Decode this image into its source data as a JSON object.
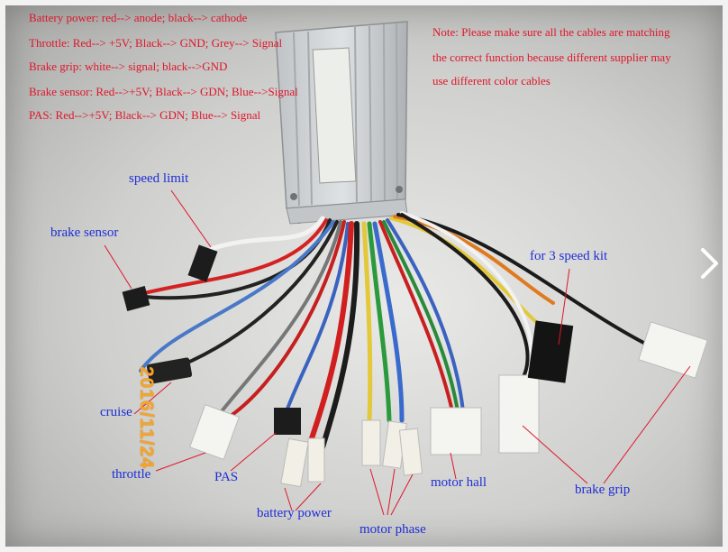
{
  "notes": {
    "battery": "Battery power: red--> anode; black--> cathode",
    "throttle": "Throttle: Red--> +5V; Black--> GND; Grey--> Signal",
    "brake_grip": "Brake grip:  white--> signal; black-->GND",
    "brake_sensor": "Brake sensor: Red-->+5V; Black--> GDN; Blue-->Signal",
    "pas": "PAS: Red-->+5V; Black--> GDN; Blue--> Signal",
    "warning_line1": "Note: Please make sure all the cables are matching",
    "warning_line2": "the correct function because different supplier may",
    "warning_line3": "use different color cables"
  },
  "labels": {
    "speed_limit": "speed limit",
    "brake_sensor": "brake sensor",
    "for_3_speed_kit": "for 3 speed kit",
    "cruise": "cruise",
    "throttle": "throttle",
    "pas": "PAS",
    "battery_power": "battery power",
    "motor_phase": "motor phase",
    "motor_hall": "motor hall",
    "brake_grip": "brake grip"
  },
  "date_stamp": "2016/11/24",
  "colors": {
    "note_text": "#e0162b",
    "label_text": "#1e2fd6",
    "date_text": "#f7a528"
  }
}
